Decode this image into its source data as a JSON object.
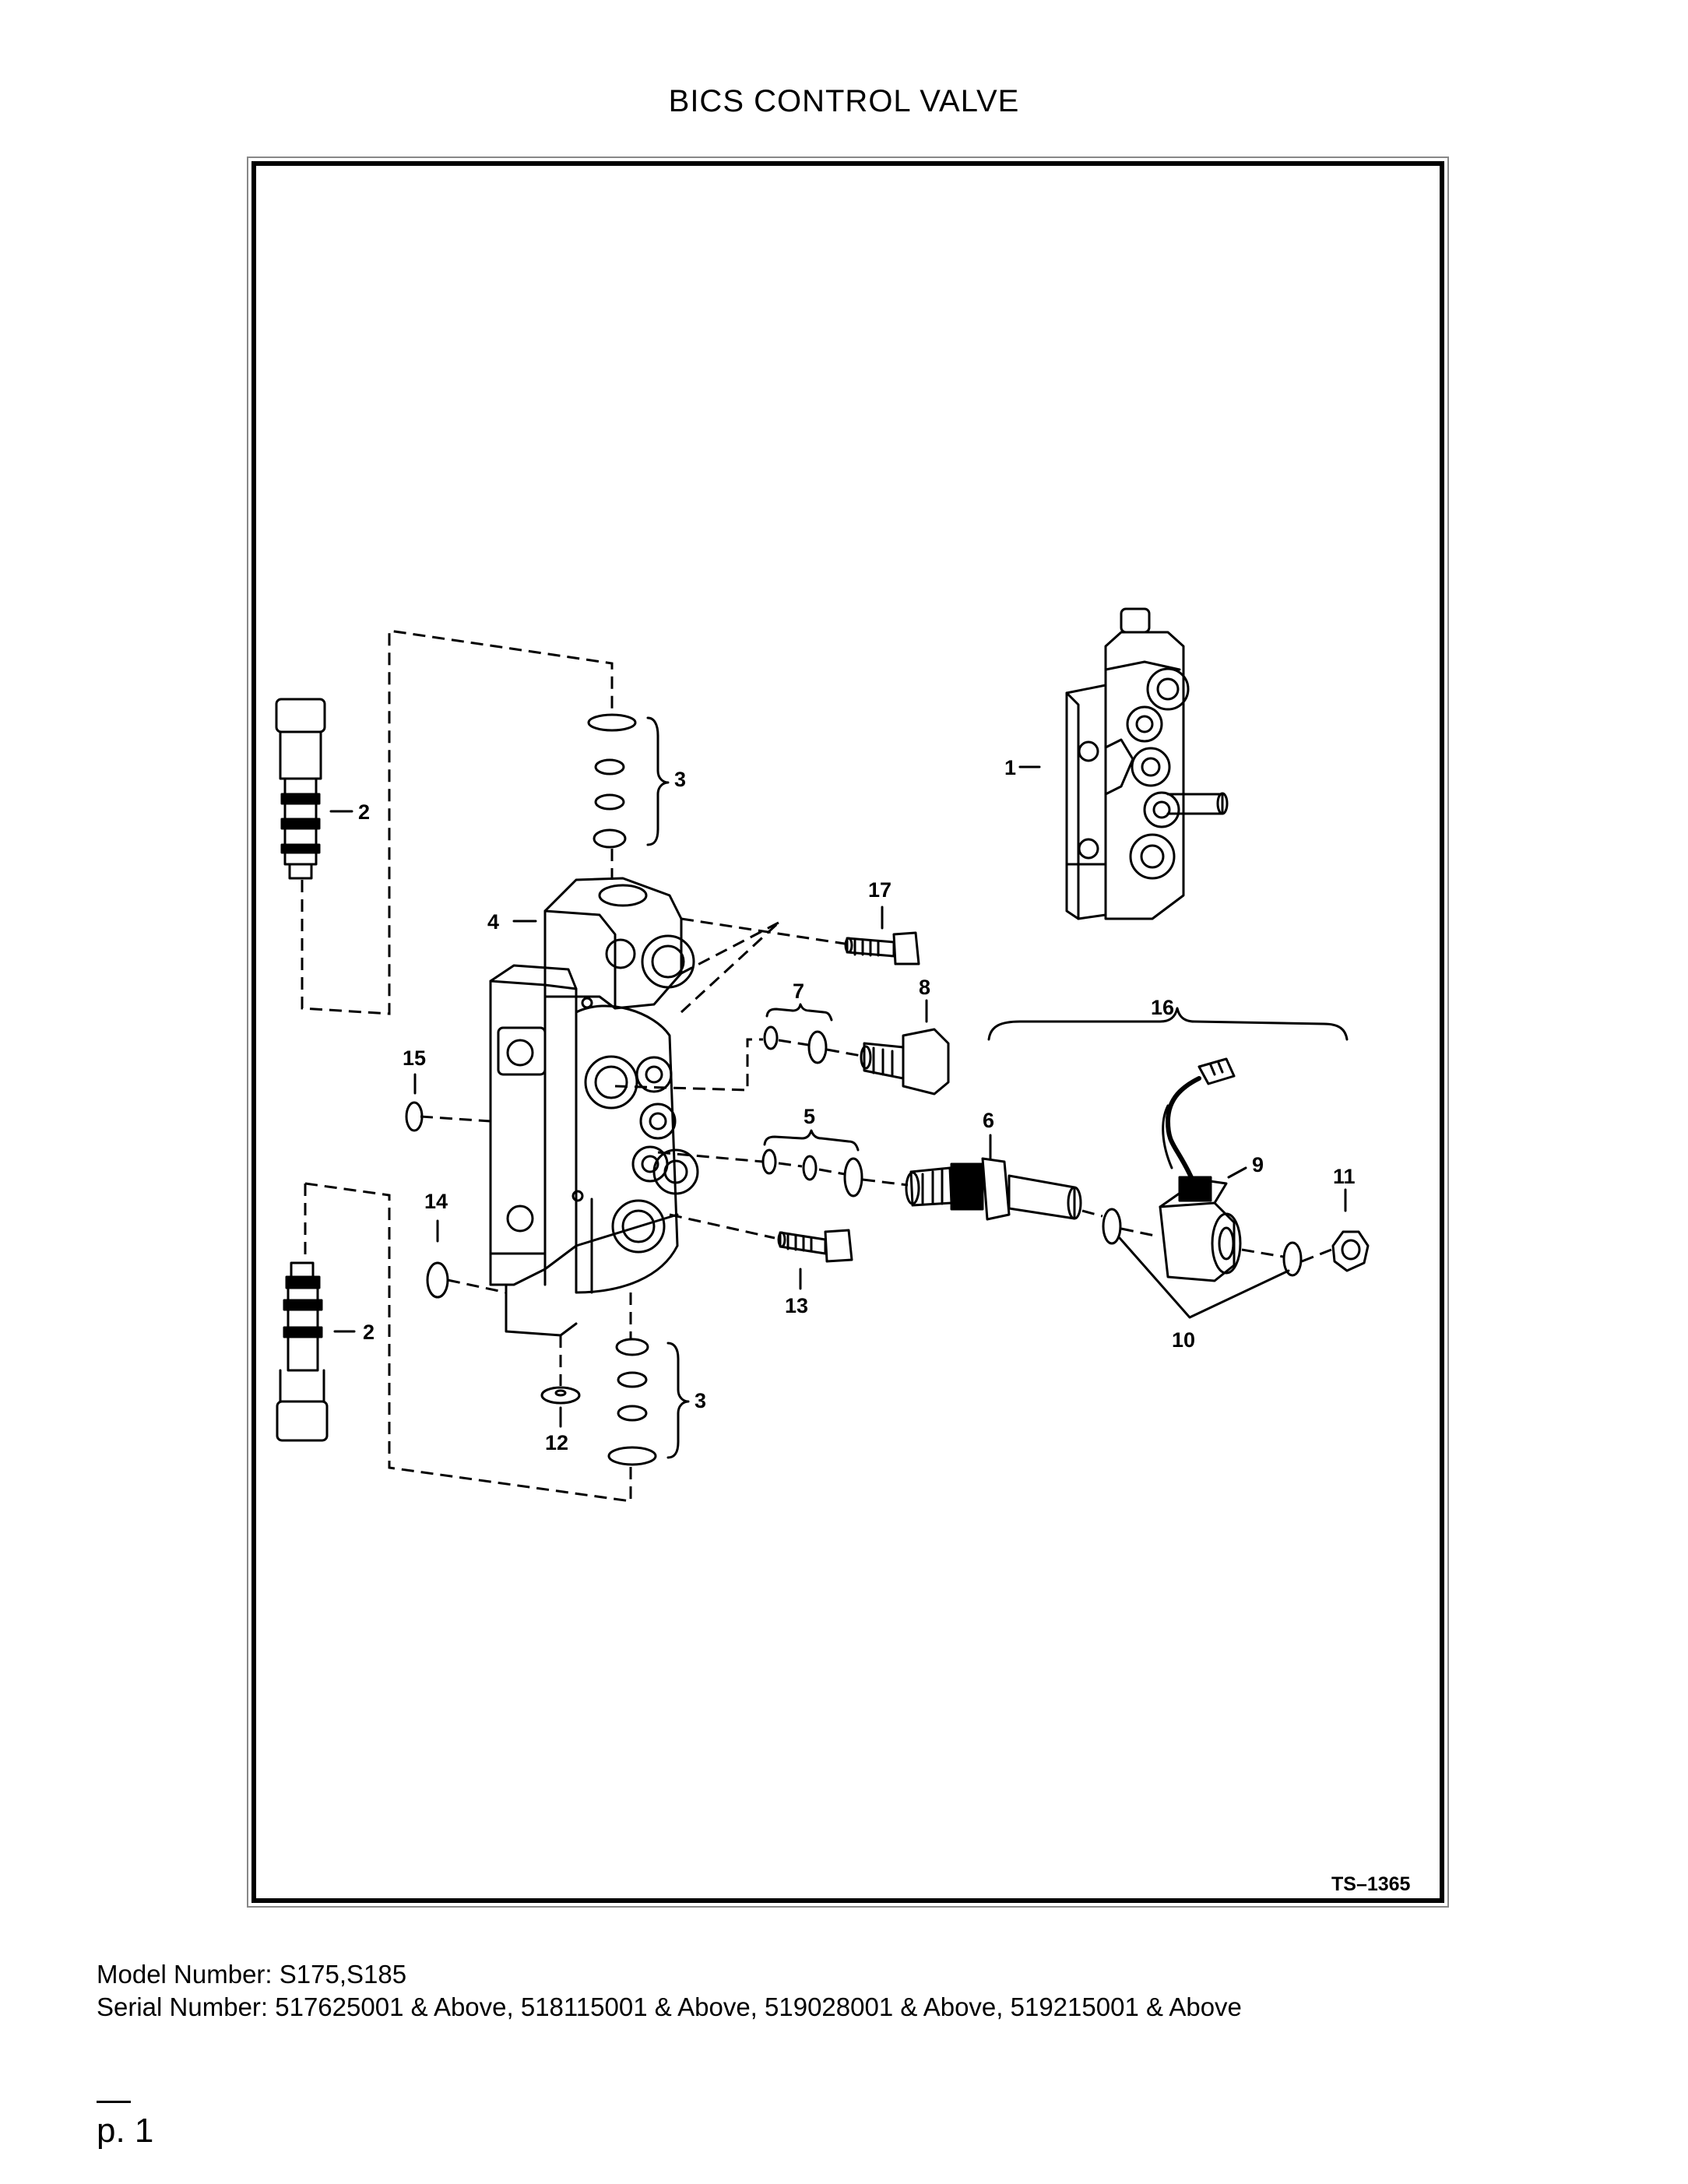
{
  "page_title": "BICS CONTROL VALVE",
  "figure": {
    "drawing_code": "TS–1365",
    "callouts": {
      "c1": "1",
      "c2a": "2",
      "c2b": "2",
      "c3a": "3",
      "c3b": "3",
      "c4": "4",
      "c5": "5",
      "c6": "6",
      "c7": "7",
      "c8": "8",
      "c9": "9",
      "c10": "10",
      "c11": "11",
      "c12": "12",
      "c13": "13",
      "c14": "14",
      "c15": "15",
      "c16": "16",
      "c17": "17"
    }
  },
  "footer": {
    "model_line": "Model Number: S175,S185",
    "serial_line": "Serial Number: 517625001 & Above, 518115001 & Above, 519028001 & Above, 519215001 & Above"
  },
  "page_number": "p. 1"
}
